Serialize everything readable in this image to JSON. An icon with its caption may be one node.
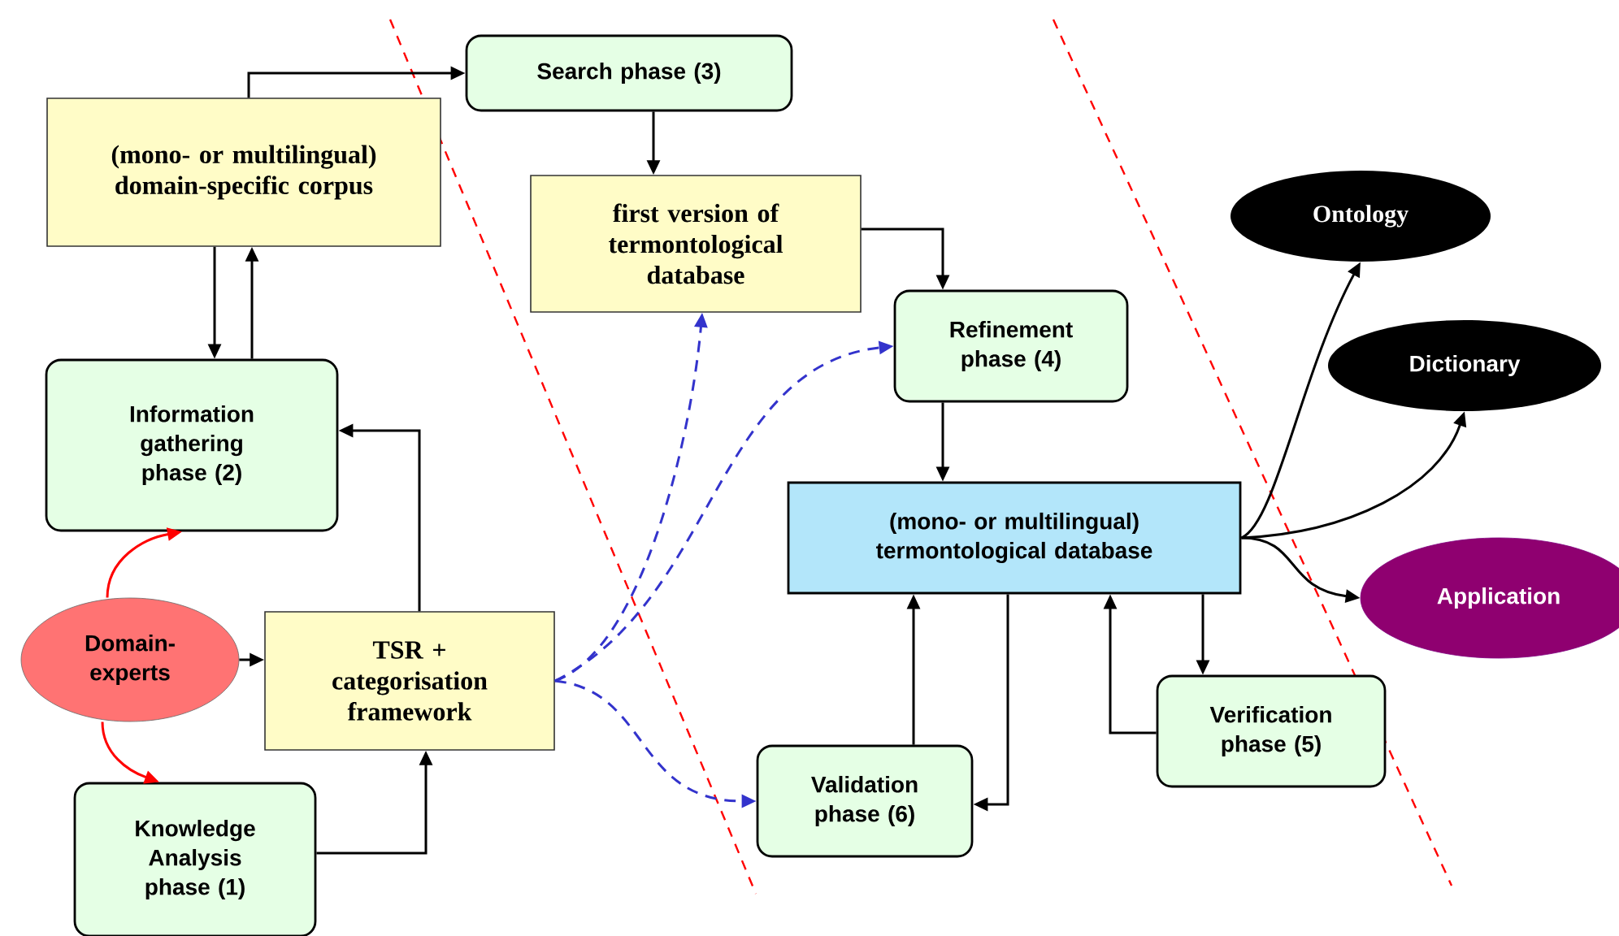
{
  "diagram": {
    "nodes": [
      {
        "text": [
          "(mono- or multilingual) domain-specific corpus"
        ]
      },
      {
        "text": [
          "Search phase (3)"
        ]
      },
      {
        "text": [
          "first version of termontological database"
        ]
      },
      {
        "text": [
          "Information gathering phase (2)"
        ]
      },
      {
        "text": [
          "Refinement phase (4)"
        ]
      },
      {
        "text": [
          "Ontology"
        ]
      },
      {
        "text": [
          "Dictionary"
        ]
      },
      {
        "text": [
          "(mono- or multilingual) termontological database"
        ]
      },
      {
        "text": [
          "Application"
        ]
      },
      {
        "text": [
          "Domain-experts"
        ]
      },
      {
        "text": [
          "TSR + categorisation framework"
        ]
      },
      {
        "text": [
          "Verification phase (5)"
        ]
      },
      {
        "text": [
          "Validation phase (6)"
        ]
      },
      {
        "text": [
          "Knowledge Analysis phase (1)"
        ]
      }
    ],
    "edges": [
      {
        "from": 0,
        "to": 1,
        "arrow": "to"
      },
      {
        "from": 1,
        "to": 2,
        "arrow": "to"
      },
      {
        "from": 2,
        "to": 4,
        "arrow": "to"
      },
      {
        "from": 0,
        "to": 3,
        "arrow": "to"
      },
      {
        "from": 3,
        "to": 0,
        "arrow": "to"
      },
      {
        "from": 10,
        "to": 3,
        "arrow": "to"
      },
      {
        "from": 9,
        "to": 3,
        "arrow": "to",
        "color": "#ff0000"
      },
      {
        "from": 9,
        "to": 13,
        "arrow": "to",
        "color": "#ff0000"
      },
      {
        "from": 9,
        "to": 10,
        "arrow": "to"
      },
      {
        "from": 13,
        "to": 10,
        "arrow": "to"
      },
      {
        "from": 10,
        "to": 2,
        "arrow": "to",
        "style": "dashed",
        "color": "#3333cc"
      },
      {
        "from": 10,
        "to": 4,
        "arrow": "to",
        "style": "dashed",
        "color": "#3333cc"
      },
      {
        "from": 10,
        "to": 12,
        "arrow": "to",
        "style": "dashed",
        "color": "#3333cc"
      },
      {
        "from": 4,
        "to": 7,
        "arrow": "to"
      },
      {
        "from": 7,
        "to": 5,
        "arrow": "to"
      },
      {
        "from": 7,
        "to": 6,
        "arrow": "to"
      },
      {
        "from": 7,
        "to": 8,
        "arrow": "to"
      },
      {
        "from": 12,
        "to": 7,
        "arrow": "to"
      },
      {
        "from": 7,
        "to": 12,
        "arrow": "to"
      },
      {
        "from": 11,
        "to": 7,
        "arrow": "to"
      },
      {
        "from": 7,
        "to": 11,
        "arrow": "to"
      }
    ]
  }
}
